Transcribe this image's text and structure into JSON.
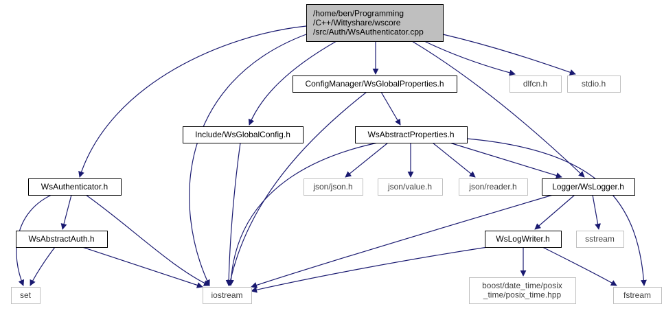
{
  "colors": {
    "edge": "#191970",
    "root_fill": "#bfbfbf",
    "node_border": "#000000",
    "external_border": "#bfbfbf",
    "external_text": "#404040",
    "text": "#000000"
  },
  "nodes": [
    {
      "id": "root",
      "lines": [
        "/home/ben/Programming",
        "/C++/Wittyshare/wscore",
        "/src/Auth/WsAuthenticator.cpp"
      ],
      "kind": "root"
    },
    {
      "id": "configmanager",
      "lines": [
        "ConfigManager/WsGlobalProperties.h"
      ],
      "kind": "local"
    },
    {
      "id": "dlfcn",
      "lines": [
        "dlfcn.h"
      ],
      "kind": "external"
    },
    {
      "id": "stdio",
      "lines": [
        "stdio.h"
      ],
      "kind": "external"
    },
    {
      "id": "includeconfig",
      "lines": [
        "Include/WsGlobalConfig.h"
      ],
      "kind": "local"
    },
    {
      "id": "abstractprops",
      "lines": [
        "WsAbstractProperties.h"
      ],
      "kind": "local"
    },
    {
      "id": "authenticator",
      "lines": [
        "WsAuthenticator.h"
      ],
      "kind": "local"
    },
    {
      "id": "jsonjson",
      "lines": [
        "json/json.h"
      ],
      "kind": "external"
    },
    {
      "id": "jsonvalue",
      "lines": [
        "json/value.h"
      ],
      "kind": "external"
    },
    {
      "id": "jsonreader",
      "lines": [
        "json/reader.h"
      ],
      "kind": "external"
    },
    {
      "id": "logger",
      "lines": [
        "Logger/WsLogger.h"
      ],
      "kind": "local"
    },
    {
      "id": "abstractauth",
      "lines": [
        "WsAbstractAuth.h"
      ],
      "kind": "local"
    },
    {
      "id": "logwriter",
      "lines": [
        "WsLogWriter.h"
      ],
      "kind": "local"
    },
    {
      "id": "sstream",
      "lines": [
        "sstream"
      ],
      "kind": "external"
    },
    {
      "id": "set",
      "lines": [
        "set"
      ],
      "kind": "external"
    },
    {
      "id": "iostream",
      "lines": [
        "iostream"
      ],
      "kind": "external"
    },
    {
      "id": "boostposix",
      "lines": [
        "boost/date_time/posix",
        "_time/posix_time.hpp"
      ],
      "kind": "external"
    },
    {
      "id": "fstream",
      "lines": [
        "fstream"
      ],
      "kind": "external"
    }
  ],
  "edges": [
    [
      "root",
      "authenticator"
    ],
    [
      "root",
      "iostream"
    ],
    [
      "root",
      "includeconfig"
    ],
    [
      "root",
      "configmanager"
    ],
    [
      "root",
      "logger"
    ],
    [
      "root",
      "dlfcn"
    ],
    [
      "root",
      "stdio"
    ],
    [
      "configmanager",
      "abstractprops"
    ],
    [
      "configmanager",
      "iostream"
    ],
    [
      "includeconfig",
      "iostream"
    ],
    [
      "abstractprops",
      "iostream"
    ],
    [
      "abstractprops",
      "jsonjson"
    ],
    [
      "abstractprops",
      "jsonvalue"
    ],
    [
      "abstractprops",
      "jsonreader"
    ],
    [
      "abstractprops",
      "logger"
    ],
    [
      "abstractprops",
      "fstream"
    ],
    [
      "authenticator",
      "set"
    ],
    [
      "authenticator",
      "abstractauth"
    ],
    [
      "authenticator",
      "iostream"
    ],
    [
      "abstractauth",
      "set"
    ],
    [
      "abstractauth",
      "iostream"
    ],
    [
      "logger",
      "iostream"
    ],
    [
      "logger",
      "logwriter"
    ],
    [
      "logger",
      "sstream"
    ],
    [
      "logwriter",
      "iostream"
    ],
    [
      "logwriter",
      "boostposix"
    ],
    [
      "logwriter",
      "fstream"
    ]
  ]
}
